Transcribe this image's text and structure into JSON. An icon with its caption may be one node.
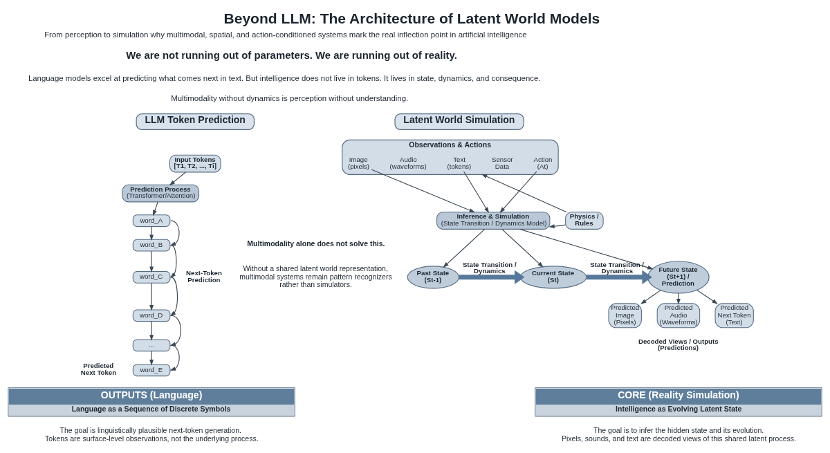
{
  "diagram": {
    "title": "Beyond LLM: The Architecture of Latent World Models",
    "nodes": [
      {
        "text": [
          "LLM Token Prediction"
        ]
      },
      {
        "text": [
          "Input Tokens",
          "[T1, T2, ..., Ti]"
        ]
      },
      {
        "text": [
          "Prediction Process",
          "(Transformer/Attention)"
        ]
      },
      {
        "text": [
          "word_A"
        ]
      },
      {
        "text": [
          "word_B"
        ]
      },
      {
        "text": [
          "word_C"
        ]
      },
      {
        "text": [
          "word_D"
        ]
      },
      {
        "text": [
          "..."
        ]
      },
      {
        "text": [
          "word_E"
        ],
        "beside": [
          "Predicted Next Token"
        ]
      },
      {
        "text": [
          "OUTPUTS (Language)",
          "Language as a Sequence of Discrete Symbols"
        ]
      },
      {
        "text": [
          "Latent World Simulation"
        ]
      },
      {
        "text": [
          "Observations & Actions"
        ]
      },
      {
        "text": [
          "Image (pixels)"
        ],
        "in": 11
      },
      {
        "text": [
          "Audio (waveforms)"
        ],
        "in": 11
      },
      {
        "text": [
          "Text (tokens)"
        ],
        "in": 11
      },
      {
        "text": [
          "Sensor Data"
        ],
        "in": 11
      },
      {
        "text": [
          "Action (At)"
        ],
        "in": 11
      },
      {
        "text": [
          "Inference & Simulation",
          "(State Transition / Dynamics Model)"
        ]
      },
      {
        "text": [
          "Physics / Rules"
        ]
      },
      {
        "text": [
          "Past State (St-1)"
        ]
      },
      {
        "text": [
          "Current State (St)"
        ]
      },
      {
        "text": [
          "Future State (St+1) / Prediction"
        ]
      },
      {
        "text": [
          "Predicted Image (Pixels)"
        ]
      },
      {
        "text": [
          "Predicted Audio (Waveforms)"
        ]
      },
      {
        "text": [
          "Predicted Next Token (Text)"
        ]
      },
      {
        "text": [
          "CORE (Reality Simulation)",
          "Intelligence as Evolving Latent State"
        ]
      }
    ],
    "edges": [
      {
        "from": 1,
        "to": 2,
        "arrow": "to"
      },
      {
        "from": 2,
        "to": 3,
        "arrow": "to"
      },
      {
        "from": 3,
        "to": 4,
        "arrow": "to"
      },
      {
        "from": 3,
        "to": 4,
        "arrow": "to"
      },
      {
        "from": 4,
        "to": 5,
        "arrow": "to"
      },
      {
        "from": 4,
        "to": 5,
        "arrow": "to"
      },
      {
        "from": 5,
        "to": 6,
        "arrow": "to"
      },
      {
        "from": 5,
        "to": 6,
        "arrow": "to"
      },
      {
        "from": 6,
        "to": 7,
        "arrow": "to"
      },
      {
        "from": 6,
        "to": 7,
        "arrow": "to"
      },
      {
        "from": 7,
        "to": 8,
        "arrow": "to"
      },
      {
        "from": 7,
        "to": 8,
        "arrow": "to"
      },
      {
        "from": 12,
        "to": 17,
        "arrow": "to"
      },
      {
        "from": 14,
        "to": 17,
        "arrow": "to"
      },
      {
        "from": 16,
        "to": 17,
        "arrow": "to"
      },
      {
        "from": 18,
        "to": 17,
        "arrow": "to"
      },
      {
        "from": 18,
        "to": 11,
        "arrow": "to"
      },
      {
        "from": 17,
        "to": 19,
        "arrow": "to"
      },
      {
        "from": 17,
        "to": 20,
        "arrow": "to"
      },
      {
        "from": 17,
        "to": 21,
        "arrow": "to"
      },
      {
        "from": 19,
        "to": 20,
        "arrow": "to",
        "label": "State Transition / Dynamics",
        "style": "thick",
        "color": "#56789a"
      },
      {
        "from": 20,
        "to": 21,
        "arrow": "to",
        "label": "State Transition / Dynamics",
        "style": "thick",
        "color": "#56789a"
      },
      {
        "from": 21,
        "to": 22,
        "arrow": "to"
      },
      {
        "from": 21,
        "to": 23,
        "arrow": "to"
      },
      {
        "from": 21,
        "to": 24,
        "arrow": "to"
      }
    ],
    "labels": [
      "From perception to simulation why multimodal, spatial, and action-conditioned systems mark the real inflection point in artificial intelligence",
      "We are not running out of parameters. We are running out of reality.",
      "Language models excel at predicting what comes next in text. But intelligence does not live in tokens. It lives in state, dynamics, and consequence.",
      "Multimodality without dynamics is perception without understanding.",
      "Next-Token Prediction",
      "Multimodality alone does not solve this.",
      "Without a shared latent world representation, multimodal systems remain pattern recognizers rather than simulators.",
      "Decoded Views / Outputs (Predictions)",
      "The goal is linguistically plausible next-token generation. Tokens are surface-level observations, not the underlying process.",
      "The goal is to infer the hidden state and its evolution. Pixels, sounds, and text are decoded views of this shared latent process."
    ]
  }
}
